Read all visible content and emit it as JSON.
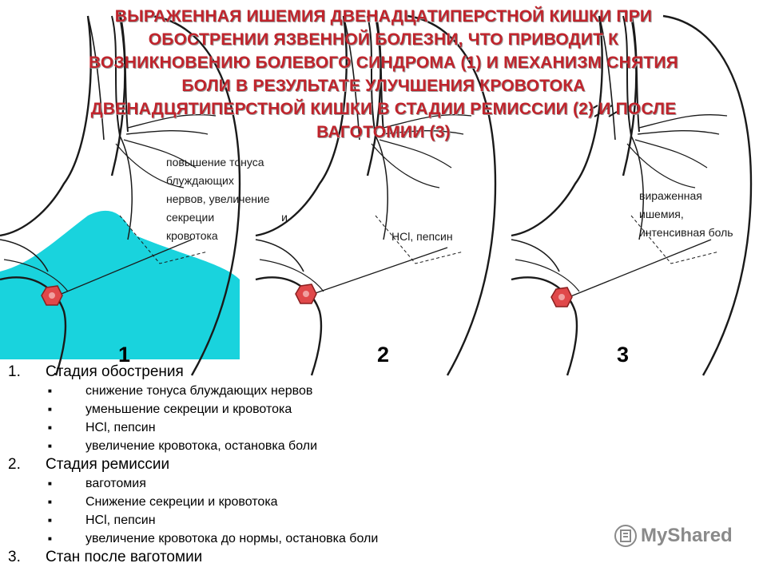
{
  "title": {
    "lines": [
      "ВЫРАЖЕННАЯ ИШЕМИЯ ДВЕНАДЦАТИПЕРСТНОЙ КИШКИ ПРИ",
      "ОБОСТРЕНИИ ЯЗВЕННОЙ БОЛЕЗНИ, ЧТО ПРИВОДИТ К",
      "ВОЗНИКНОВЕНИЮ БОЛЕВОГО СИНДРОМА (1) И МЕХАНИЗМ СНЯТИЯ",
      "БОЛИ В РЕЗУЛЬТАТЕ УЛУЧШЕНИЯ КРОВОТОКА",
      "ДВЕНАДЦЯТИПЕРСТНОЙ КИШКИ В СТАДИИ РЕМИССИИ (2) И ПОСЛЕ",
      "ВАГОТОМИИ (3)"
    ]
  },
  "figures": [
    {
      "number": "1",
      "note_lines": [
        "повышение тонуса",
        "блуждающих",
        "нервов, увеличение",
        "секреции и",
        "кровотока"
      ]
    },
    {
      "number": "2",
      "note_lines": [
        "HCl, пепсин"
      ]
    },
    {
      "number": "3",
      "note_lines": [
        "виражeнная",
        "ишемия,",
        "интенсивная боль"
      ]
    }
  ],
  "list": [
    {
      "number": "1.",
      "label": "Стадия обострения",
      "bullets": [
        "снижение тонуса блуждающих нервов",
        "уменьшение секреции и кровотока",
        "HCl, пепсин",
        "увеличение кровотока, остановка боли"
      ]
    },
    {
      "number": "2.",
      "label": "Стадия ремиссии",
      "bullets": [
        "ваготомия",
        "Снижение секреции и кровотока",
        "HCl, пепсин",
        "увеличение кровотока до нормы, остановка боли"
      ]
    },
    {
      "number": "3.",
      "label": "Стан после ваготомии",
      "bullets": []
    }
  ],
  "bullet_glyph": "■",
  "watermark": {
    "text": "MyShared"
  },
  "colors": {
    "title": "#c0242c",
    "fill": "#19d3dd",
    "ulcer": "#e0484a",
    "ulcer_center": "#f0a0a0",
    "line": "#1a1a1a"
  }
}
